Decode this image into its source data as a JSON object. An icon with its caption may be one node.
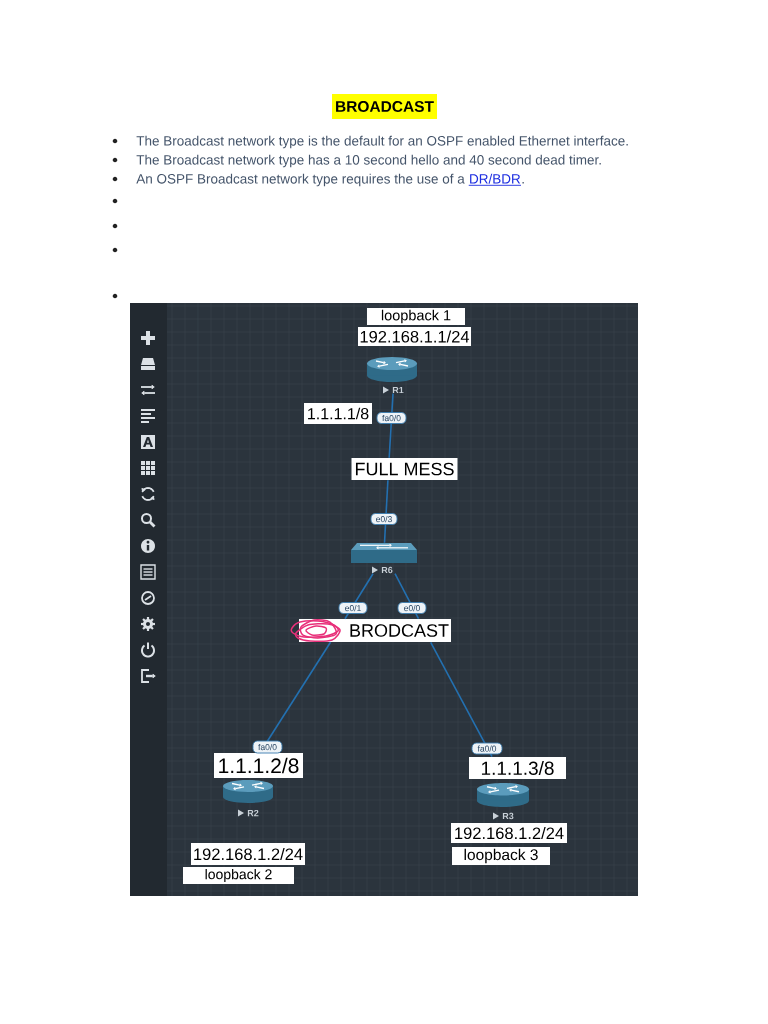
{
  "diagram": {
    "title": "BROADCAST",
    "nodes": [
      {
        "text": [
          "loopback 1"
        ]
      },
      {
        "text": [
          "192.168.1.1/24"
        ]
      },
      {
        "text": [
          "R1"
        ]
      },
      {
        "text": [
          "1.1.1.1/8"
        ]
      },
      {
        "text": [
          "FULL MESS"
        ]
      },
      {
        "text": [
          "R6"
        ]
      },
      {
        "text": [
          "BRODCAST"
        ]
      },
      {
        "text": [
          "1.1.1.2/8"
        ]
      },
      {
        "text": [
          "1.1.1.3/8"
        ]
      },
      {
        "text": [
          "R2"
        ]
      },
      {
        "text": [
          "R3"
        ]
      },
      {
        "text": [
          "192.168.1.2/24"
        ]
      },
      {
        "text": [
          "192.168.1.2/24"
        ]
      },
      {
        "text": [
          "loopback 3"
        ]
      },
      {
        "text": [
          "loopback 2"
        ]
      }
    ],
    "edges": [
      {
        "from": 2,
        "to": 4,
        "arrow": "none",
        "label": "fa0/0"
      },
      {
        "from": 4,
        "to": 5,
        "arrow": "none",
        "label": "e0/3"
      },
      {
        "from": 5,
        "to": 6,
        "arrow": "none",
        "label": "e0/1"
      },
      {
        "from": 5,
        "to": 6,
        "arrow": "none",
        "label": "e0/0"
      },
      {
        "from": 6,
        "to": 7,
        "arrow": "none",
        "label": "fa0/0"
      },
      {
        "from": 6,
        "to": 8,
        "arrow": "none",
        "label": "fa0/0"
      }
    ],
    "labels": [
      "The Broadcast network type is the default for an OSPF enabled Ethernet interface.",
      "The Broadcast network type has a 10 second hello and 40 second dead timer.",
      "An OSPF Broadcast network type requires the use of a",
      "DR/BDR",
      "."
    ]
  }
}
